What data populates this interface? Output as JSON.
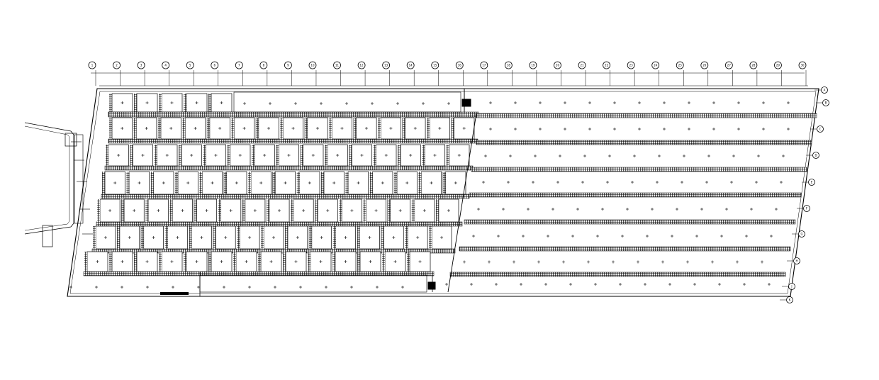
{
  "drawing": {
    "column_bubbles": [
      "1",
      "2",
      "3",
      "4",
      "5",
      "6",
      "7",
      "8",
      "9",
      "10",
      "11",
      "12",
      "13",
      "14",
      "15",
      "16",
      "17",
      "18",
      "19",
      "20",
      "21",
      "22",
      "23",
      "24",
      "25",
      "26",
      "27",
      "28",
      "29",
      "30"
    ],
    "row_bubbles": [
      "A",
      "B",
      "C",
      "D",
      "E",
      "F",
      "G",
      "H",
      "J",
      "K"
    ],
    "line_color": "#000000",
    "background": "#ffffff"
  }
}
